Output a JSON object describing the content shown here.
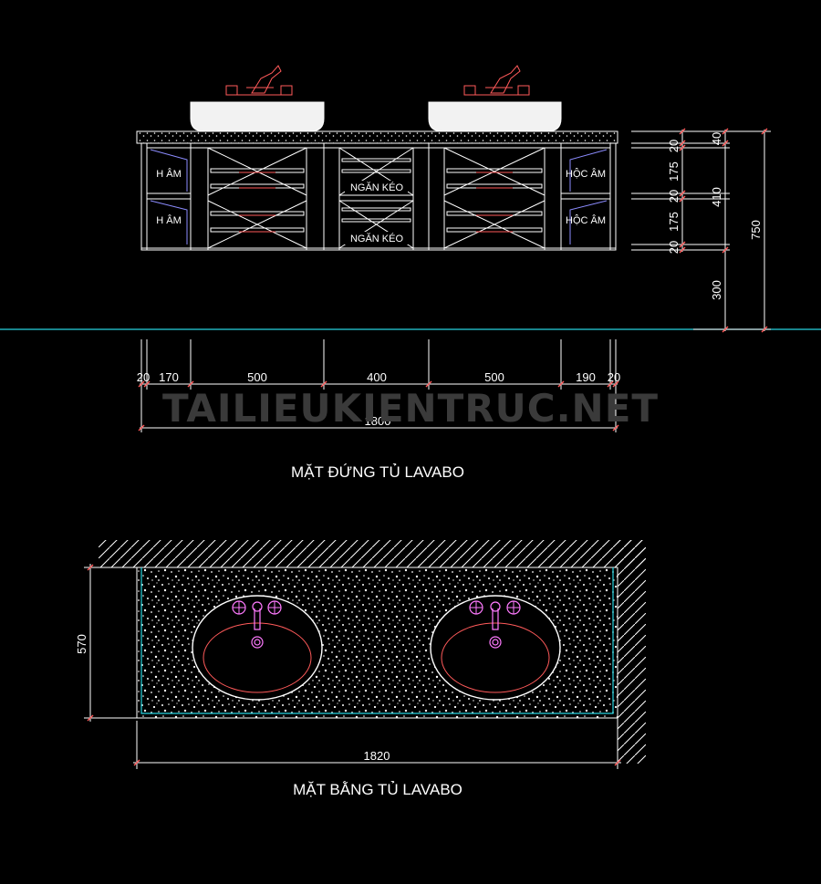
{
  "elevation": {
    "title": "MẶT ĐỨNG TỦ LAVABO",
    "labels": {
      "left_top": "H ÂM",
      "left_bottom": "H ÂM",
      "center_top": "NGĂN KÉO",
      "center_bottom": "NGĂN KÉO",
      "right_top": "HỘC ÂM",
      "right_bottom": "HỘC ÂM"
    },
    "horizontal_dims": [
      "20",
      "170",
      "500",
      "400",
      "500",
      "190",
      "20"
    ],
    "total_width": "1800",
    "vertical_dims": [
      "40",
      "20",
      "175",
      "20",
      "175",
      "20",
      "300"
    ],
    "vertical_sub": "410",
    "total_height": "750"
  },
  "plan": {
    "title": "MẶT BẰNG TỦ LAVABO",
    "depth": "570",
    "width": "1820"
  },
  "watermark": "TAILIEUKIENTRUC.NET",
  "colors": {
    "background": "#000000",
    "line": "#ffffff",
    "accent_red": "#ff5a5a",
    "accent_magenta": "#ff7aff",
    "floor_cyan": "#26d4e0"
  }
}
